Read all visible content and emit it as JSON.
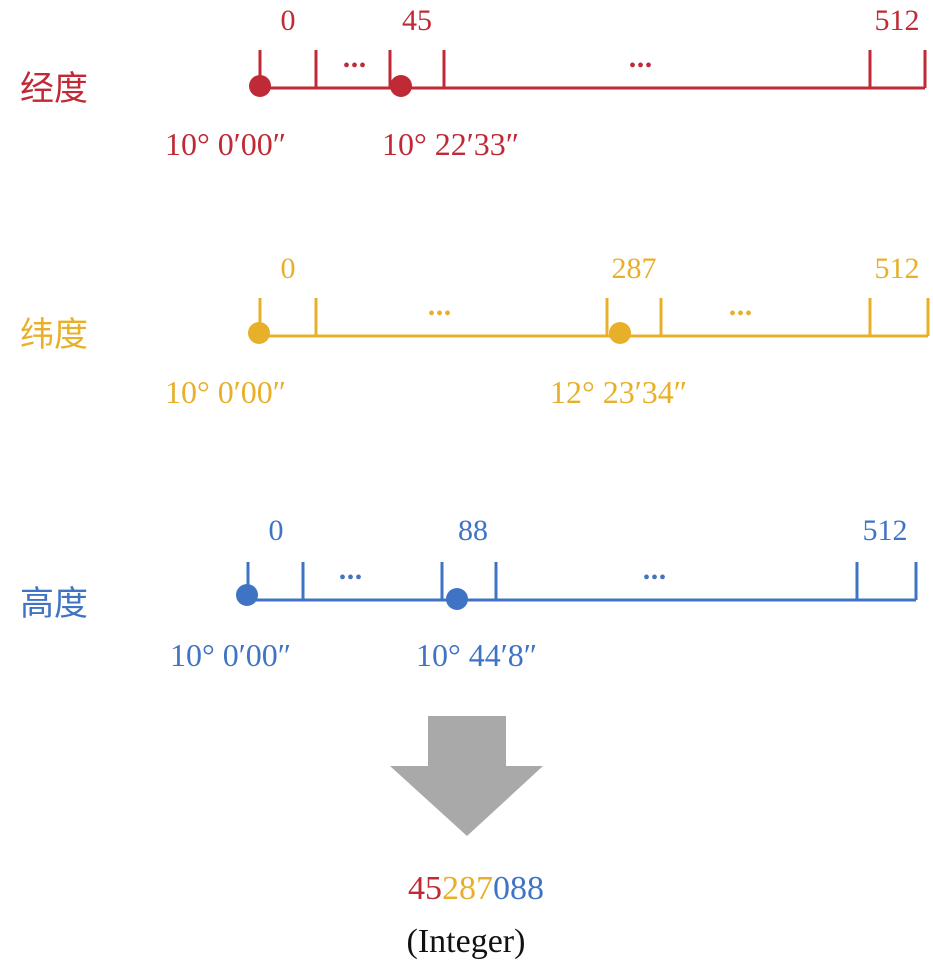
{
  "rows": [
    {
      "key": "lon",
      "label": "经度",
      "color": "#bf2a36",
      "ticks": {
        "start": "0",
        "mid": "45",
        "end": "512"
      },
      "ellipsis": "•••",
      "start_coord": "10° 0′00″",
      "point_coord": "10° 22′33″"
    },
    {
      "key": "lat",
      "label": "纬度",
      "color": "#e8b02a",
      "ticks": {
        "start": "0",
        "mid": "287",
        "end": "512"
      },
      "ellipsis": "•••",
      "start_coord": "10° 0′00″",
      "point_coord": "12° 23′34″"
    },
    {
      "key": "alt",
      "label": "高度",
      "color": "#3f74c4",
      "ticks": {
        "start": "0",
        "mid": "88",
        "end": "512"
      },
      "ellipsis": "•••",
      "start_coord": "10° 0′00″",
      "point_coord": "10° 44′8″"
    }
  ],
  "arrow_color": "#a9a9a9",
  "result": {
    "parts": [
      {
        "text": "45",
        "color": "#bf2a36"
      },
      {
        "text": "287",
        "color": "#e8b02a"
      },
      {
        "text": "088",
        "color": "#3f74c4"
      }
    ],
    "caption": "(Integer)"
  }
}
